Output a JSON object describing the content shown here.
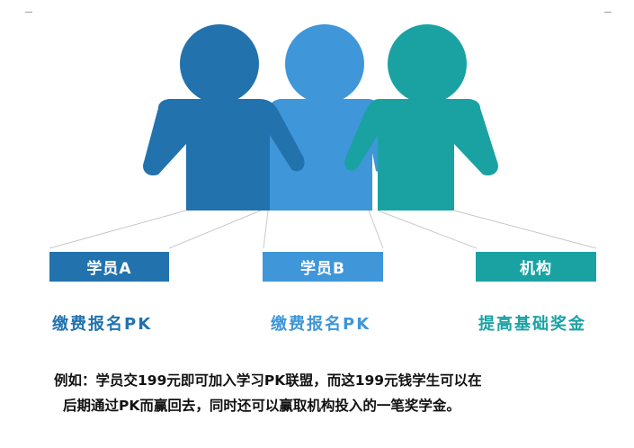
{
  "colors": {
    "student_a": "#2272ae",
    "student_b": "#3f96d8",
    "institution": "#1aa2a3",
    "connector": "#c9c9c9"
  },
  "roles": [
    {
      "label": "学员A",
      "caption": "缴费报名PK",
      "icon": "person-icon"
    },
    {
      "label": "学员B",
      "caption": "缴费报名PK",
      "icon": "person-icon"
    },
    {
      "label": "机构",
      "caption": "提高基础奖金",
      "icon": "person-icon"
    }
  ],
  "example": {
    "line1": "例如：学员交199元即可加入学习PK联盟，而这199元钱学生可以在",
    "line2": "后期通过PK而赢回去，同时还可以赢取机构投入的一笔奖学金。"
  }
}
